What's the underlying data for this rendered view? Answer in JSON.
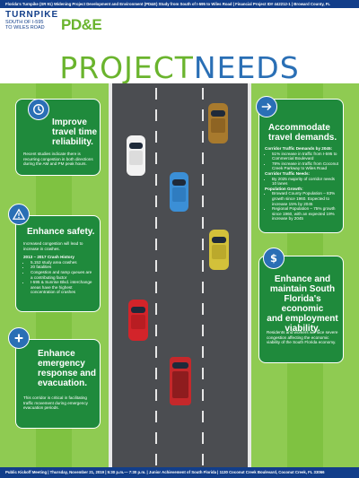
{
  "header": {
    "strip": "Florida's Turnpike (SR 91) Widening Project Development and Environment (PD&E) Study from South of I-595 to Wiles Road  |  Financial Project ID# 442212-1  |  Broward County, FL",
    "logo_line1": "TURNPIKE",
    "logo_line2": "SOUTH OF I-595",
    "logo_line3": "TO WILES ROAD",
    "logo_pde": "PD&E"
  },
  "title": {
    "part1": "PROJECT",
    "part2": "NEEDS"
  },
  "cards": {
    "travel_time": {
      "title_line1": "Improve",
      "title_line2": "travel time",
      "title_line3": "reliability.",
      "body": "Recent studies indicate there is recurring congestion in both directions during the AM and PM peak hours.",
      "icon": "clock-icon"
    },
    "safety": {
      "title": "Enhance safety.",
      "intro": "Increased congestion will lead to increase in crashes.",
      "history_heading": "2013 – 2017 Crash History",
      "bullets": [
        "5,152 study area crashes",
        "20 fatalities",
        "Congestion and ramp queues are a contributing factor",
        "I-595 & Sunrise Blvd. interchange areas have the highest concentration of crashes"
      ],
      "icon": "warning-icon"
    },
    "emergency": {
      "title_line1": "Enhance",
      "title_line2": "emergency",
      "title_line3": "response and",
      "title_line4": "evacuation.",
      "body": "This corridor is critical in facilitating traffic movement during emergency evacuation periods.",
      "icon": "plus-icon"
    },
    "demands": {
      "title_line1": "Accommodate",
      "title_line2": "travel demands.",
      "heading1": "Corridor Traffic Demands by 2045:",
      "bullets1": [
        "51% increase in traffic from I-595 to Commercial Boulevard",
        "78% increase in traffic from Coconut Creek Parkway to Wiles Road"
      ],
      "heading2": "Corridor Traffic Needs:",
      "bullets2": [
        "By 2025 majority of corridor needs 10 lanes"
      ],
      "heading3": "Population Growth:",
      "bullets3": [
        "Broward County Population – 83% growth since 1960. Expected to increase 15% by 2045",
        "Regional Population – 75% growth since 1960, with an expected 19% increase by 2045"
      ],
      "icon": "arrow-icon"
    },
    "economic": {
      "title_line1": "Enhance and",
      "title_line2": "maintain South",
      "title_line3": "Florida's economic",
      "title_line4": "and employment",
      "title_line5": "viability.",
      "body": "Residents and workers will face severe congestion affecting the economic viability of the South Florida economy.",
      "icon": "dollar-icon"
    }
  },
  "footer": {
    "text": "Public Kickoff Meeting  |  Thursday, November 21, 2019  |  5:30 p.m.— 7:30 p.m.  |  Junior Achievement of South Florida  |  1130 Coconut Creek Boulevard, Coconut Creek, FL 33066"
  },
  "colors": {
    "brand_blue": "#123e8a",
    "brand_green": "#6ab42d",
    "card_green": "#1f8a3c",
    "icon_blue": "#2a6fb5",
    "grass": "#7fc241",
    "road": "#4b4d51"
  }
}
